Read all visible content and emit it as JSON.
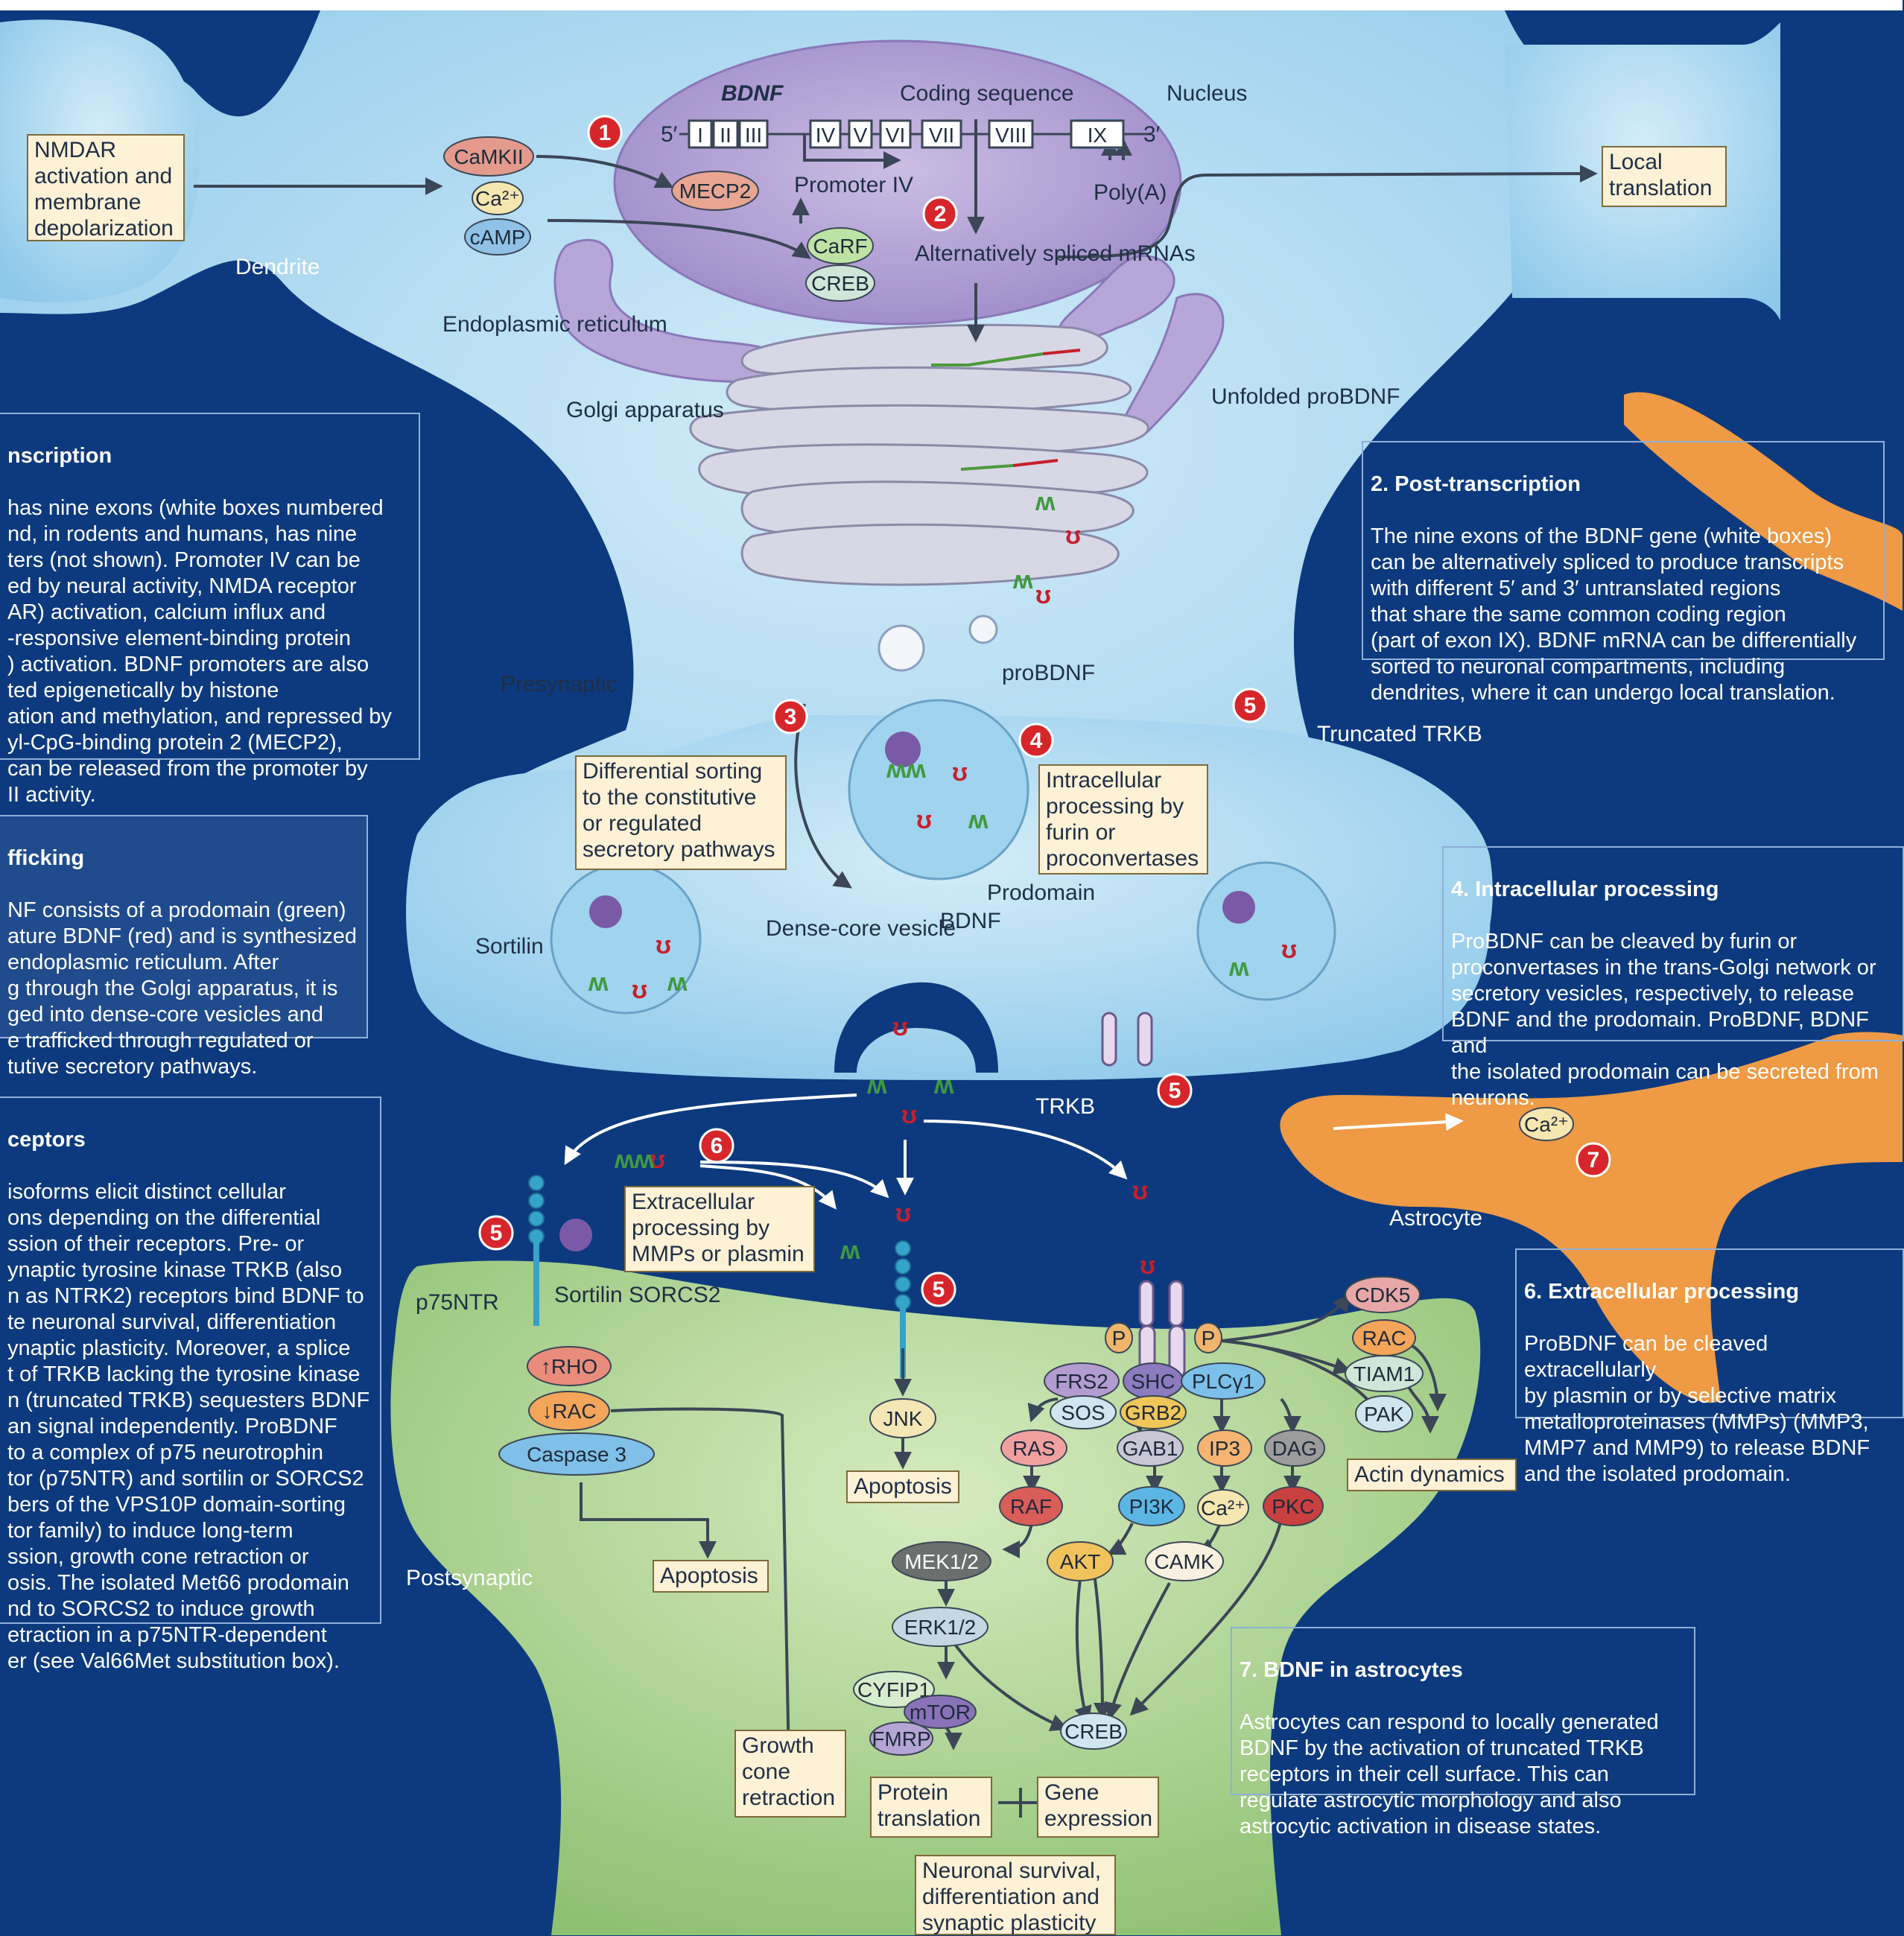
{
  "labels": {
    "bdnf": "BDNF",
    "coding_sequence": "Coding sequence",
    "nucleus": "Nucleus",
    "five_prime": "5′",
    "three_prime": "3′",
    "exons": [
      "I",
      "II",
      "III",
      "IV",
      "V",
      "VI",
      "VII",
      "VIII",
      "IX"
    ],
    "promoter_iv": "Promoter IV",
    "polya": "Poly(A)",
    "alt_spliced": "Alternatively spliced mRNAs",
    "dendrite": "Dendrite",
    "er": "Endoplasmic reticulum",
    "golgi": "Golgi apparatus",
    "unfolded_probdnf": "Unfolded proBDNF",
    "presynaptic": "Presynaptic",
    "probdnf": "proBDNF",
    "truncated_trkb": "Truncated TRKB",
    "sortilin": "Sortilin",
    "dense_core_vesicle": "Dense-core vesicle",
    "bdnf_label": "BDNF",
    "prodomain": "Prodomain",
    "trkb": "TRKB",
    "astrocyte": "Astrocyte",
    "p75ntr": "p75NTR",
    "sortilin_sorcs2": "Sortilin SORCS2",
    "postsynaptic": "Postsynaptic"
  },
  "molecules": {
    "camkii": "CaMKII",
    "ca": "Ca²⁺",
    "camp": "cAMP",
    "mecp2": "MECP2",
    "carf": "CaRF",
    "creb_nuc": "CREB",
    "rho": "↑RHO",
    "rac_down": "↓RAC",
    "caspase3": "Caspase 3",
    "jnk": "JNK",
    "cdk5": "CDK5",
    "p": "P",
    "rac": "RAC",
    "tiam1": "TIAM1",
    "pak": "PAK",
    "frs2": "FRS2",
    "shc": "SHC",
    "plcg1": "PLCγ1",
    "sos": "SOS",
    "grb2": "GRB2",
    "ras": "RAS",
    "gab1": "GAB1",
    "ip3": "IP3",
    "dag": "DAG",
    "raf": "RAF",
    "pi3k": "PI3K",
    "ca2": "Ca²⁺",
    "pkc": "PKC",
    "mek12": "MEK1/2",
    "akt": "AKT",
    "camk": "CAMK",
    "erk12": "ERK1/2",
    "cyfip1": "CYFIP1",
    "mtor": "mTOR",
    "fmrp": "FMRP",
    "creb_post": "CREB",
    "ca_astro": "Ca²⁺"
  },
  "notes": {
    "nmdar": "NMDAR\nactivation and\nmembrane\ndepolarization",
    "local_translation": "Local\ntranslation",
    "differential_sorting": "Differential sorting\nto the constitutive\nor regulated\nsecretory pathways",
    "intracellular_processing": "Intracellular\nprocessing by\nfurin or\nproconvertases",
    "extracellular_processing": "Extracellular\nprocessing by\nMMPs or plasmin",
    "apoptosis_jnk": "Apoptosis",
    "actin_dynamics": "Actin dynamics",
    "apoptosis_casp": "Apoptosis",
    "growth_cone": "Growth\ncone\nretraction",
    "protein_translation": "Protein\ntranslation",
    "gene_expression": "Gene\nexpression",
    "neuronal_survival": "Neuronal survival,\ndifferentiation and\nsynaptic plasticity"
  },
  "steps": [
    "1",
    "2",
    "3",
    "4",
    "5",
    "6",
    "7"
  ],
  "panels": {
    "transcription": {
      "title": "nscription",
      "body": "has nine exons (white boxes numbered\nnd, in rodents and humans, has nine\nters (not shown). Promoter IV can be\ned by neural activity, NMDA receptor\nAR) activation, calcium influx and\n-responsive element-binding protein\n) activation. BDNF promoters are also\nted epigenetically by histone\nation and methylation, and repressed by\nyl-CpG-binding protein 2 (MECP2),\ncan be released from the promoter by\nII activity."
    },
    "trafficking": {
      "title": "fficking",
      "body": "NF consists of a prodomain (green)\nature BDNF (red) and is synthesized\nendoplasmic reticulum. After\ng through the Golgi apparatus, it is\nged into dense-core vesicles and\ne trafficked through regulated or\ntutive secretory pathways."
    },
    "receptors": {
      "title": "ceptors",
      "body": "isoforms elicit distinct cellular\nons depending on the differential\nssion of their receptors. Pre- or\nynaptic tyrosine kinase TRKB (also\nn as NTRK2) receptors bind BDNF to\nte neuronal survival, differentiation\nynaptic plasticity. Moreover, a splice\nt of TRKB lacking the tyrosine kinase\nn (truncated TRKB) sequesters BDNF\nan signal independently. ProBDNF\nto a complex of p75 neurotrophin\ntor (p75NTR) and sortilin or SORCS2\nbers of the VPS10P domain-sorting\ntor family) to induce long-term\nssion, growth cone retraction or\nosis. The isolated Met66 prodomain\nnd to SORCS2 to induce growth\netraction in a p75NTR-dependent\ner (see Val66Met substitution box)."
    },
    "post_transcription": {
      "title": "2. Post-transcription",
      "body": "The nine exons of the BDNF gene (white boxes)\ncan be alternatively spliced to produce transcripts\nwith different 5′ and 3′ untranslated regions\nthat share the same common coding region\n(part of exon IX). BDNF mRNA can be differentially\nsorted to neuronal compartments, including\ndendrites, where it can undergo local translation."
    },
    "intracellular": {
      "title": "4. Intracellular processing",
      "body": "ProBDNF can be cleaved by furin or\nproconvertases in the trans-Golgi network or\nsecretory vesicles, respectively, to release\nBDNF and the prodomain. ProBDNF, BDNF and\nthe isolated prodomain can be secreted from\nneurons."
    },
    "extracellular": {
      "title": "6. Extracellular processing",
      "body": "ProBDNF can be cleaved extracellularly\nby plasmin or by selective matrix\nmetalloproteinases (MMPs) (MMP3,\nMMP7 and MMP9) to release BDNF\nand the isolated prodomain."
    },
    "astrocytes": {
      "title": "7. BDNF in astrocytes",
      "body": "Astrocytes can respond to locally generated\nBDNF by the activation of truncated TRKB\nreceptors in their cell surface. This can\nregulate astrocytic morphology and also\nastrocytic activation in disease states."
    }
  },
  "colors": {
    "background": "#0d3a7e",
    "neuron": "#a9d6f0",
    "nucleus": "#b7a6d6",
    "postsynaptic": "#b8d89a",
    "astrocyte": "#ef9a45",
    "step_marker": "#d7262b",
    "note_fill": "#fdf1d6"
  }
}
